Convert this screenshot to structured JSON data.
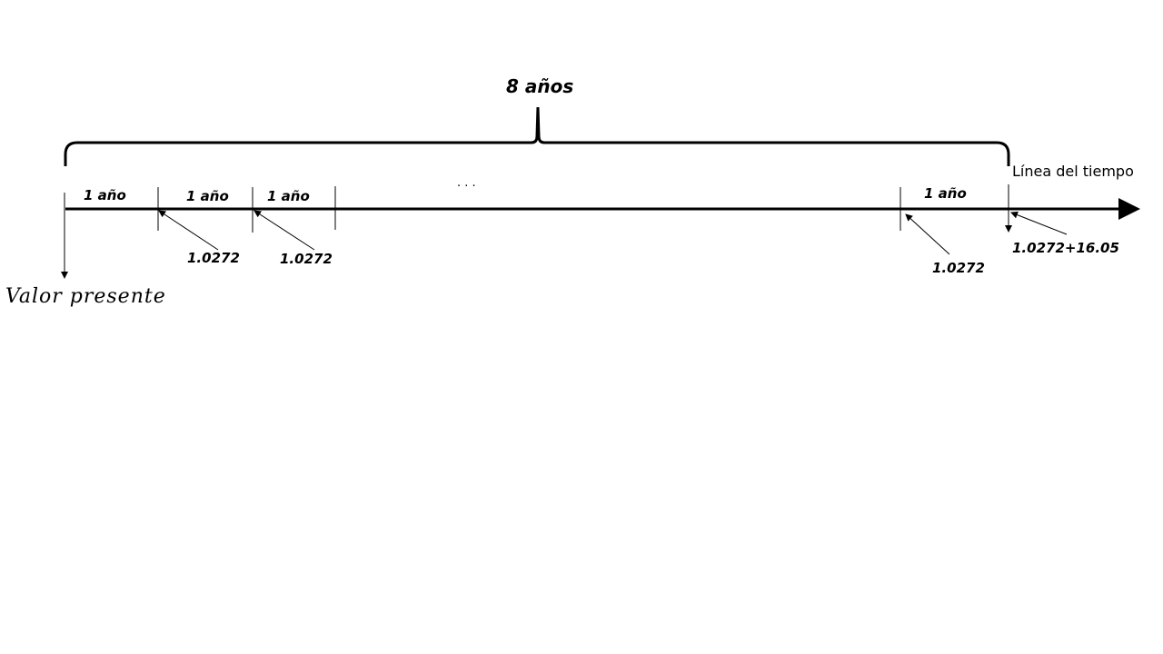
{
  "title": "8 años",
  "axis_label": "Línea del tiempo",
  "present_value_label": "Valor presente",
  "periods": [
    "1 año",
    "1 año",
    "1 año",
    "1 año"
  ],
  "ellipsis": "· · ·",
  "cash_flows": [
    "1.0272",
    "1.0272",
    "1.0272",
    "1.0272+16.05"
  ]
}
